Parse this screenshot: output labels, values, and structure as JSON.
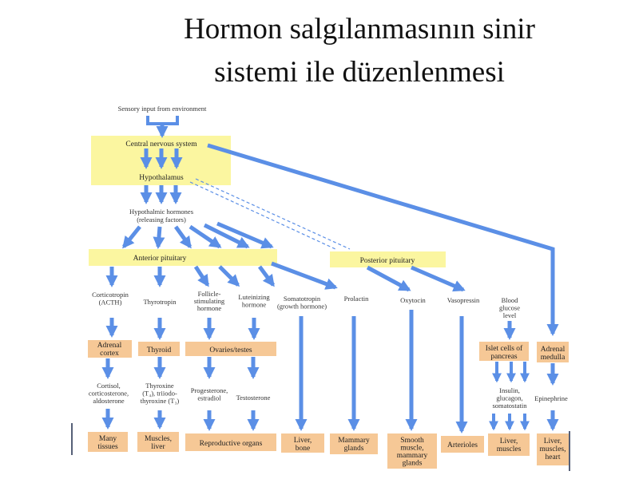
{
  "slide": {
    "title_line1": "Hormon salgılanmasının sinir",
    "title_line2": "sistemi ile düzenlenmesi"
  },
  "diagram": {
    "sensory_input": "Sensory input from environment",
    "cns": "Central nervous system",
    "hypothalamus": "Hypothalamus",
    "hypothalamic_hormones": [
      "Hypothalmic hormones",
      "(releasing factors)"
    ],
    "anterior_pituitary": "Anterior pituitary",
    "posterior_pituitary": "Posterior pituitary",
    "hormones": {
      "corticotropin": [
        "Corticotropin",
        "(ACTH)"
      ],
      "thyrotropin": [
        "Thyrotropin"
      ],
      "fsh": [
        "Follicle-",
        "stimulating",
        "hormone"
      ],
      "lh": [
        "Luteinizing",
        "hormone"
      ],
      "somatotropin": [
        "Somatotropin",
        "(growth hormone)"
      ],
      "prolactin": [
        "Prolactin"
      ],
      "oxytocin": [
        "Oxytocin"
      ],
      "vasopressin": [
        "Vasopressin"
      ],
      "blood_glucose": [
        "Blood",
        "glucose",
        "level"
      ]
    },
    "glands": {
      "adrenal_cortex": [
        "Adrenal",
        "cortex"
      ],
      "thyroid": [
        "Thyroid"
      ],
      "ovaries_testes": [
        "Ovaries/testes"
      ],
      "islet_cells": [
        "Islet cells of",
        "pancreas"
      ],
      "adrenal_medulla": [
        "Adrenal",
        "medulla"
      ]
    },
    "secondary": {
      "cortisol": [
        "Cortisol,",
        "corticosterone,",
        "aldosterone"
      ],
      "thyroxine": [
        "Thyroxine",
        "(T₄), triiodo-",
        "thyroxine (T₃)"
      ],
      "progesterone": [
        "Progesterone,",
        "estradiol"
      ],
      "testosterone": [
        "Testosterone"
      ],
      "insulin": [
        "Insulin,",
        "glucagon,",
        "somatostatin"
      ],
      "epinephrine": [
        "Epinephrine"
      ]
    },
    "targets": {
      "many_tissues": [
        "Many",
        "tissues"
      ],
      "muscles_liver": [
        "Muscles,",
        "liver"
      ],
      "reproductive_organs": [
        "Reproductive organs"
      ],
      "liver_bone": [
        "Liver,",
        "bone"
      ],
      "mammary_glands": [
        "Mammary",
        "glands"
      ],
      "smooth_muscle": [
        "Smooth",
        "muscle,",
        "mammary",
        "glands"
      ],
      "arterioles": [
        "Arterioles"
      ],
      "liver_muscles": [
        "Liver,",
        "muscles"
      ],
      "liver_muscles_heart": [
        "Liver,",
        "muscles,",
        "heart"
      ]
    },
    "colors": {
      "arrow": "#5b8fe6",
      "highlight_yellow": "#fbf6a0",
      "tan_box": "#f6c896",
      "border_dark": "#1e2b4a"
    }
  }
}
